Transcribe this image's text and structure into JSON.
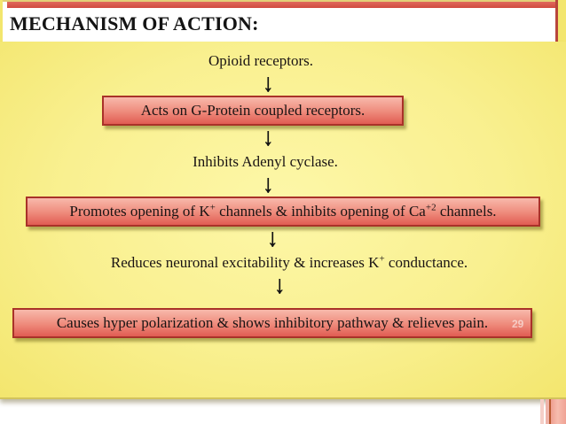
{
  "slide": {
    "title": "MECHANISM OF ACTION:",
    "page_number": "29"
  },
  "colors": {
    "top-bar": "#d14b40",
    "gold-edge": "#e3cf78",
    "slide-bg-edge": "#f3e66e",
    "slide-bg-center": "#fdf7a8",
    "box-fill-top": "#f8b9ab",
    "box-fill-bottom": "#e15c52",
    "box-border": "#a93229",
    "accent-stripe": "#f0a294"
  },
  "flow": {
    "arrow": "↓",
    "steps": [
      {
        "style": "plain",
        "segments": [
          {
            "text": "Opioid receptors."
          }
        ]
      },
      {
        "style": "box",
        "segments": [
          {
            "text": "Acts on G-Protein coupled receptors."
          }
        ]
      },
      {
        "style": "plain",
        "segments": [
          {
            "text": "Inhibits Adenyl cyclase."
          }
        ]
      },
      {
        "style": "box",
        "segments": [
          {
            "text": "Promotes opening of K"
          },
          {
            "text": "+",
            "sup": true
          },
          {
            "text": " channels & inhibits opening of Ca"
          },
          {
            "text": "+2",
            "sup": true
          },
          {
            "text": " channels."
          }
        ]
      },
      {
        "style": "plain",
        "segments": [
          {
            "text": "Reduces neuronal excitability & increases K"
          },
          {
            "text": "+",
            "sup": true
          },
          {
            "text": " conductance."
          }
        ]
      },
      {
        "style": "box",
        "segments": [
          {
            "text": "Causes hyper polarization &  shows inhibitory pathway & relieves pain."
          }
        ]
      }
    ]
  }
}
